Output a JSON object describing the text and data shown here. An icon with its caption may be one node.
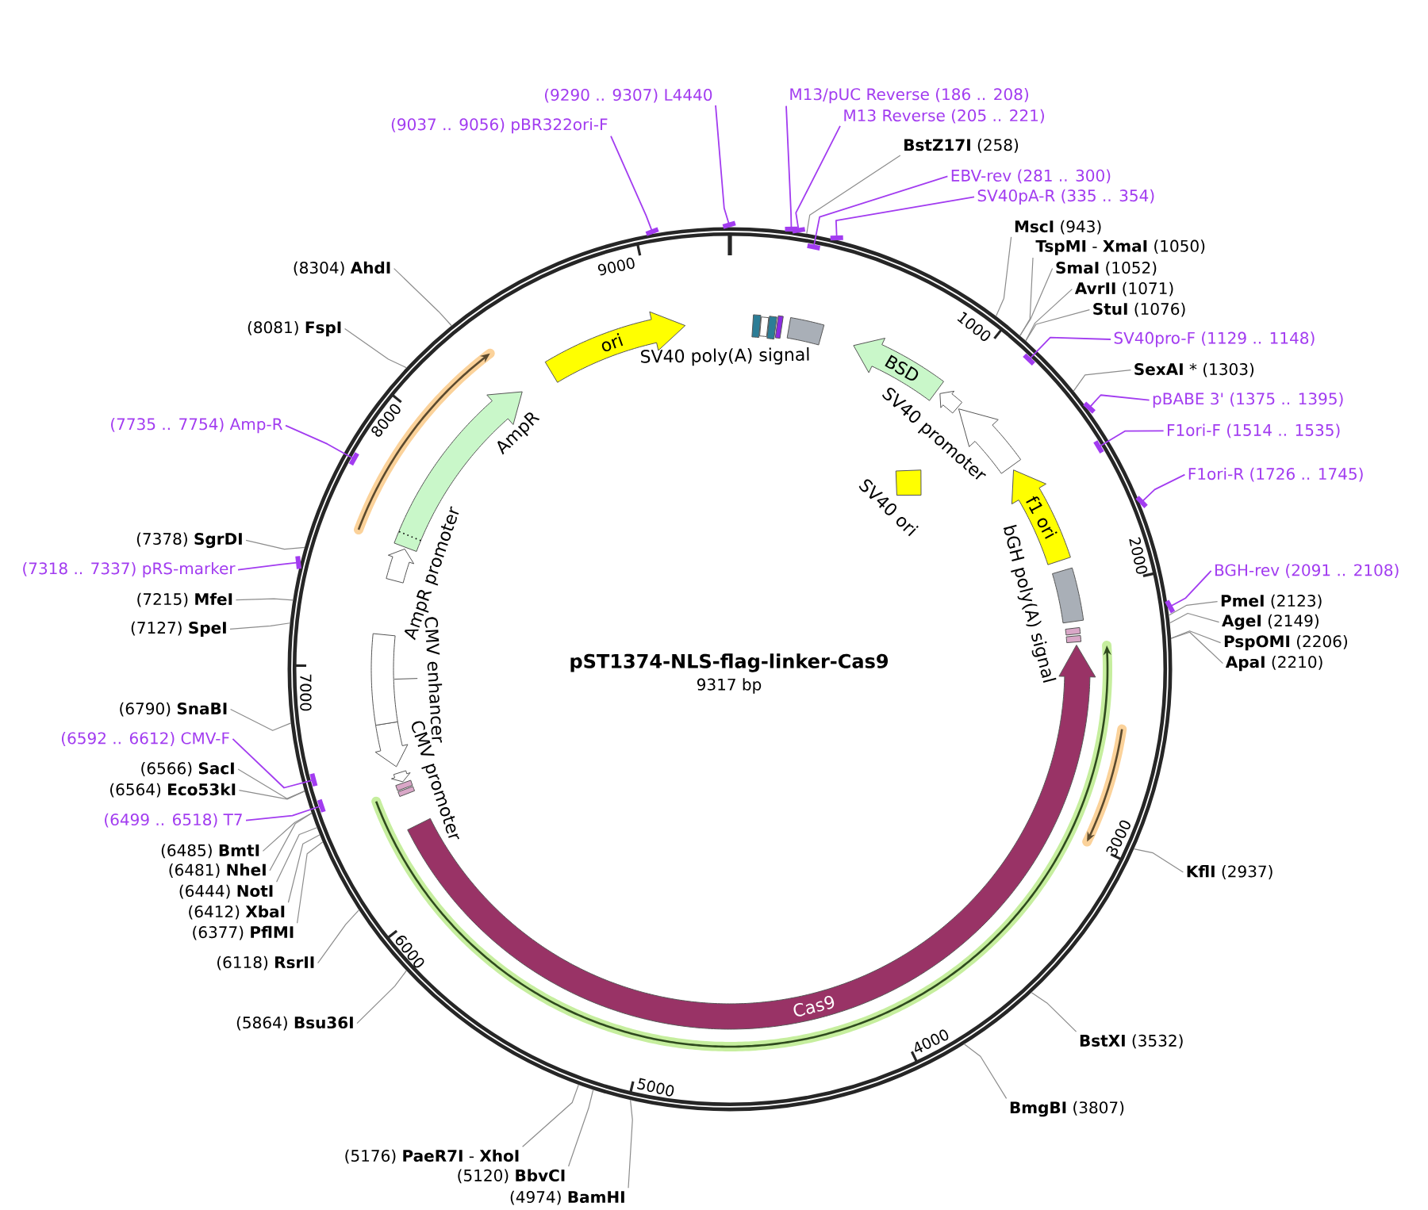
{
  "diagram": {
    "title": "pST1374-NLS-flag-linker-Cas9",
    "nodes": [
      {
        "text": [],
        "shape": "circle"
      },
      {
        "text": [
          "SV40 poly(A) signal"
        ],
        "in": 0
      },
      {
        "text": [
          "BSD"
        ],
        "in": 0
      },
      {
        "text": [
          "SV40 promoter"
        ],
        "in": 0
      },
      {
        "text": [
          "SV40 ori"
        ],
        "in": 0
      },
      {
        "text": [
          "f1 ori"
        ],
        "in": 0
      },
      {
        "text": [
          "bGH poly(A) signal"
        ],
        "in": 0
      },
      {
        "text": [
          "Cas9"
        ],
        "in": 0
      },
      {
        "text": [
          "CMV promoter"
        ],
        "in": 0
      },
      {
        "text": [
          "CMV enhancer"
        ],
        "in": 0
      },
      {
        "text": [
          "AmpR promoter"
        ],
        "in": 0
      },
      {
        "text": [
          "AmpR"
        ],
        "in": 0
      },
      {
        "text": [
          "ori"
        ],
        "in": 0
      },
      {
        "text": [
          "M13/pUC Reverse (186 .. 208)"
        ]
      },
      {
        "text": [
          "M13 Reverse (205 .. 221)"
        ]
      },
      {
        "text": [
          "**BstZ17I** (258)"
        ]
      },
      {
        "text": [
          "EBV-rev (281 .. 300)"
        ]
      },
      {
        "text": [
          "SV40pA-R (335 .. 354)"
        ]
      },
      {
        "text": [
          "**MscI** (943)"
        ]
      },
      {
        "text": [
          "**TspMI** - **XmaI** (1050)"
        ]
      },
      {
        "text": [
          "**SmaI** (1052)"
        ]
      },
      {
        "text": [
          "**AvrII** (1071)"
        ]
      },
      {
        "text": [
          "**StuI** (1076)"
        ]
      },
      {
        "text": [
          "SV40pro-F (1129 .. 1148)"
        ]
      },
      {
        "text": [
          "**SexAI** * (1303)"
        ]
      },
      {
        "text": [
          "pBABE 3' (1375 .. 1395)"
        ]
      },
      {
        "text": [
          "F1ori-F (1514 .. 1535)"
        ]
      },
      {
        "text": [
          "F1ori-R (1726 .. 1745)"
        ]
      },
      {
        "text": [
          "BGH-rev (2091 .. 2108)"
        ]
      },
      {
        "text": [
          "**PmeI** (2123)"
        ]
      },
      {
        "text": [
          "**AgeI** (2149)"
        ]
      },
      {
        "text": [
          "**PspOMI** (2206)"
        ]
      },
      {
        "text": [
          "**ApaI** (2210)"
        ]
      },
      {
        "text": [
          "**KflI** (2937)"
        ]
      },
      {
        "text": [
          "**BstXI** (3532)"
        ]
      },
      {
        "text": [
          "**BmgBI** (3807)"
        ]
      },
      {
        "text": [
          "(4974) **BamHI**"
        ]
      },
      {
        "text": [
          "(5120) **BbvCI**"
        ]
      },
      {
        "text": [
          "(5176) **PaeR7I** - **XhoI**"
        ]
      },
      {
        "text": [
          "(5864) **Bsu36I**"
        ]
      },
      {
        "text": [
          "(6118) **RsrII**"
        ]
      },
      {
        "text": [
          "(6377) **PflMI**"
        ]
      },
      {
        "text": [
          "(6412) **XbaI**"
        ]
      },
      {
        "text": [
          "(6444) **NotI**"
        ]
      },
      {
        "text": [
          "(6481) **NheI**"
        ]
      },
      {
        "text": [
          "(6485) **BmtI**"
        ]
      },
      {
        "text": [
          "(6499 .. 6518) T7"
        ]
      },
      {
        "text": [
          "(6564) **Eco53kI**"
        ]
      },
      {
        "text": [
          "(6566) **SacI**"
        ]
      },
      {
        "text": [
          "(6592 .. 6612) CMV-F"
        ]
      },
      {
        "text": [
          "(6790) **SnaBI**"
        ]
      },
      {
        "text": [
          "(7127) **SpeI**"
        ]
      },
      {
        "text": [
          "(7215) **MfeI**"
        ]
      },
      {
        "text": [
          "(7318 .. 7337) pRS-marker"
        ]
      },
      {
        "text": [
          "(7378) **SgrDI**"
        ]
      },
      {
        "text": [
          "(7735 .. 7754) Amp-R"
        ]
      },
      {
        "text": [
          "(8081) **FspI**"
        ]
      },
      {
        "text": [
          "(8304) **AhdI**"
        ]
      },
      {
        "text": [
          "(9037 .. 9056) pBR322ori-F"
        ]
      },
      {
        "text": [
          "(9290 .. 9307) L4440"
        ]
      },
      {
        "text": [],
        "shape": "box",
        "in": 0
      },
      {
        "text": [],
        "shape": "box",
        "in": 0
      },
      {
        "text": [],
        "shape": "box",
        "in": 0
      },
      {
        "text": [],
        "shape": "box",
        "in": 0
      },
      {
        "text": [],
        "shape": "arrow",
        "in": 0
      },
      {
        "text": [],
        "shape": "box",
        "in": 0
      },
      {
        "text": [],
        "shape": "box",
        "in": 0
      },
      {
        "text": [],
        "shape": "arrow",
        "in": 0
      },
      {
        "text": [],
        "shape": "box",
        "in": 0
      },
      {
        "text": [],
        "shape": "box",
        "in": 0
      }
    ],
    "edges": [
      {
        "from": 13,
        "to": 0,
        "arrow": "other",
        "color": "#a23cf0"
      },
      {
        "from": 14,
        "to": 0,
        "arrow": "other",
        "color": "#a23cf0"
      },
      {
        "from": 15,
        "to": 0,
        "arrow": "none"
      },
      {
        "from": 16,
        "to": 0,
        "arrow": "other",
        "color": "#a23cf0"
      },
      {
        "from": 17,
        "to": 0,
        "arrow": "other",
        "color": "#a23cf0"
      },
      {
        "from": 18,
        "to": 0,
        "arrow": "none"
      },
      {
        "from": 19,
        "to": 0,
        "arrow": "none"
      },
      {
        "from": 20,
        "to": 0,
        "arrow": "none"
      },
      {
        "from": 21,
        "to": 0,
        "arrow": "none"
      },
      {
        "from": 22,
        "to": 0,
        "arrow": "none"
      },
      {
        "from": 23,
        "to": 0,
        "arrow": "other",
        "color": "#a23cf0"
      },
      {
        "from": 24,
        "to": 0,
        "arrow": "none"
      },
      {
        "from": 25,
        "to": 0,
        "arrow": "other",
        "color": "#a23cf0"
      },
      {
        "from": 26,
        "to": 0,
        "arrow": "other",
        "color": "#a23cf0"
      },
      {
        "from": 27,
        "to": 0,
        "arrow": "other",
        "color": "#a23cf0"
      },
      {
        "from": 28,
        "to": 0,
        "arrow": "other",
        "color": "#a23cf0"
      },
      {
        "from": 29,
        "to": 0,
        "arrow": "none"
      },
      {
        "from": 30,
        "to": 0,
        "arrow": "none"
      },
      {
        "from": 31,
        "to": 0,
        "arrow": "none"
      },
      {
        "from": 32,
        "to": 0,
        "arrow": "none"
      },
      {
        "from": 33,
        "to": 0,
        "arrow": "none"
      },
      {
        "from": 34,
        "to": 0,
        "arrow": "none"
      },
      {
        "from": 35,
        "to": 0,
        "arrow": "none"
      },
      {
        "from": 36,
        "to": 0,
        "arrow": "none"
      },
      {
        "from": 37,
        "to": 0,
        "arrow": "none"
      },
      {
        "from": 38,
        "to": 0,
        "arrow": "none"
      },
      {
        "from": 39,
        "to": 0,
        "arrow": "none"
      },
      {
        "from": 40,
        "to": 0,
        "arrow": "none"
      },
      {
        "from": 41,
        "to": 0,
        "arrow": "none"
      },
      {
        "from": 42,
        "to": 0,
        "arrow": "none"
      },
      {
        "from": 43,
        "to": 0,
        "arrow": "none"
      },
      {
        "from": 44,
        "to": 0,
        "arrow": "none"
      },
      {
        "from": 45,
        "to": 0,
        "arrow": "none"
      },
      {
        "from": 46,
        "to": 0,
        "arrow": "other",
        "color": "#a23cf0"
      },
      {
        "from": 47,
        "to": 0,
        "arrow": "none"
      },
      {
        "from": 48,
        "to": 0,
        "arrow": "none"
      },
      {
        "from": 49,
        "to": 0,
        "arrow": "other",
        "color": "#a23cf0"
      },
      {
        "from": 50,
        "to": 0,
        "arrow": "none"
      },
      {
        "from": 51,
        "to": 0,
        "arrow": "none"
      },
      {
        "from": 52,
        "to": 0,
        "arrow": "none"
      },
      {
        "from": 53,
        "to": 0,
        "arrow": "other",
        "color": "#a23cf0"
      },
      {
        "from": 54,
        "to": 0,
        "arrow": "none"
      },
      {
        "from": 55,
        "to": 0,
        "arrow": "other",
        "color": "#a23cf0"
      },
      {
        "from": 56,
        "to": 0,
        "arrow": "none"
      },
      {
        "from": 57,
        "to": 0,
        "arrow": "none"
      },
      {
        "from": 58,
        "to": 0,
        "arrow": "other",
        "color": "#a23cf0"
      },
      {
        "from": 59,
        "to": 0,
        "arrow": "other",
        "color": "#a23cf0"
      }
    ],
    "labels": [
      "9317 bp",
      "1000",
      "2000",
      "3000",
      "4000",
      "5000",
      "6000",
      "7000",
      "8000",
      "9000"
    ]
  }
}
